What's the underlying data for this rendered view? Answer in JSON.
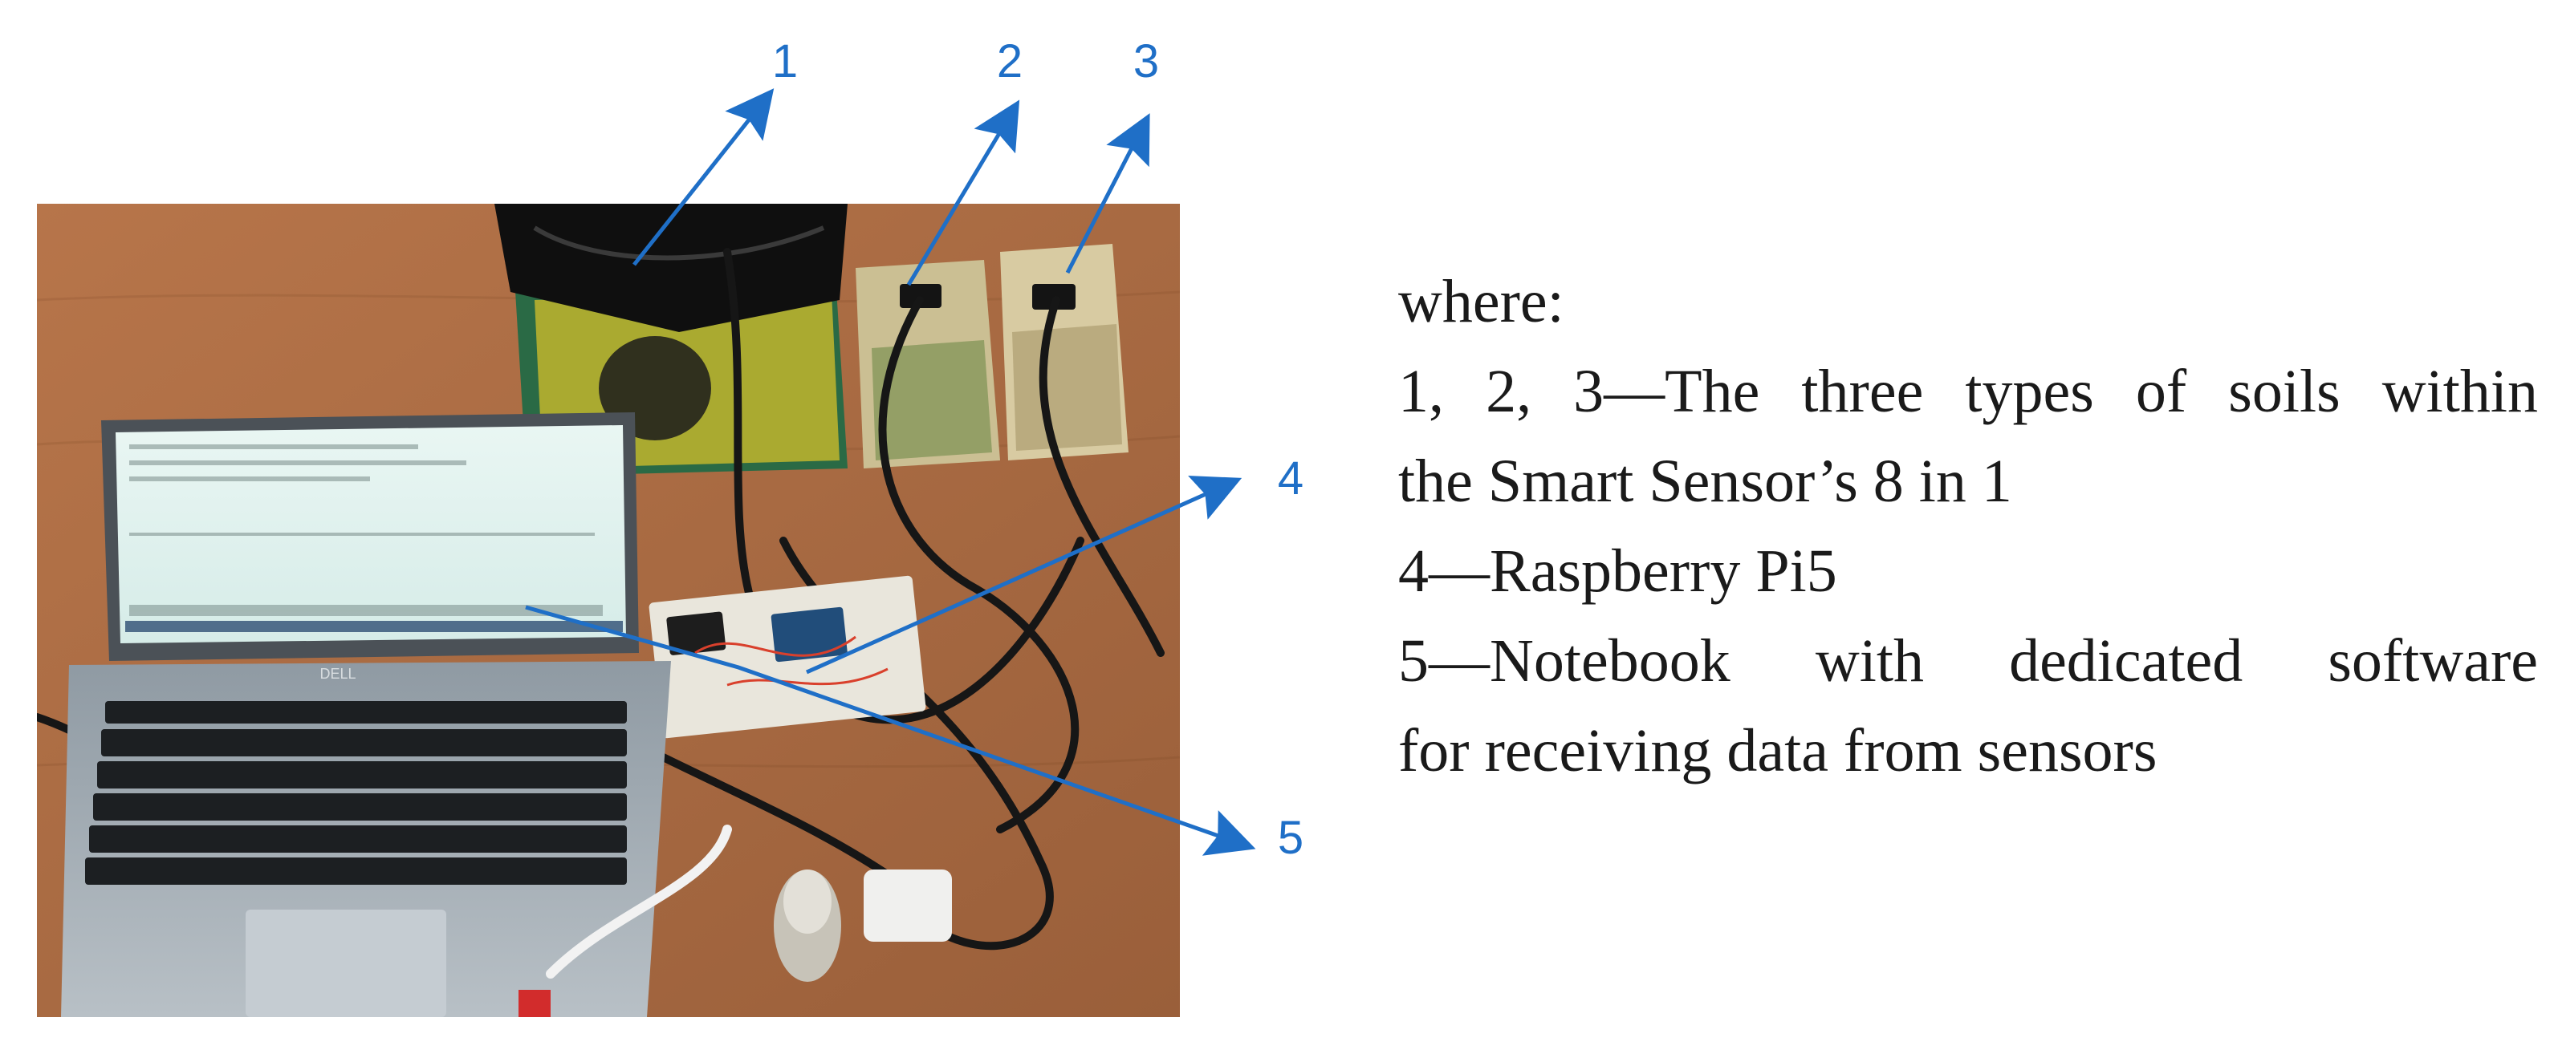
{
  "figure": {
    "callouts": [
      {
        "label": "1"
      },
      {
        "label": "2"
      },
      {
        "label": "3"
      },
      {
        "label": "4"
      },
      {
        "label": "5"
      }
    ],
    "arrow_color": "#1f6fc7",
    "legend": {
      "intro": "where:",
      "line1": "1, 2, 3—The three types of soils within",
      "line2": "the Smart Sensor’s 8 in 1",
      "line3": "4—Raspberry Pi5",
      "line4": "5—Notebook with dedicated software",
      "line5": "for receiving data from sensors"
    },
    "photo": {
      "laptop_brand": "DELL"
    }
  }
}
